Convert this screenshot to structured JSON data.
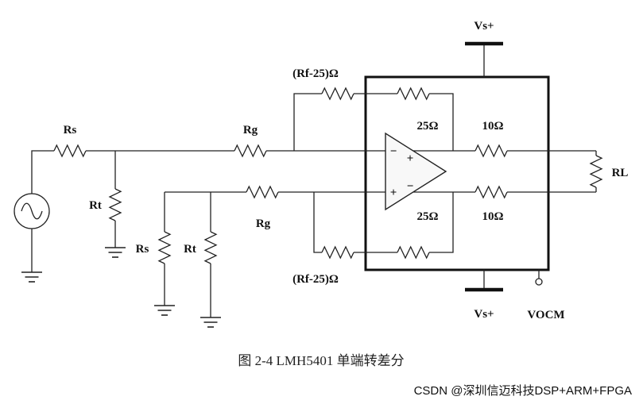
{
  "figure": {
    "caption": "图 2-4 LMH5401 单端转差分"
  },
  "watermark": {
    "text": "CSDN @深圳信迈科技DSP+ARM+FPGA",
    "color": "#ccb6bd"
  },
  "circuit": {
    "labels": {
      "rs_top": "Rs",
      "rt_top": "Rt",
      "rg_top": "Rg",
      "rg_bottom": "Rg",
      "rs_bottom": "Rs",
      "rt_bottom": "Rt",
      "rf_top": "(Rf-25)Ω",
      "rf_bottom": "(Rf-25)Ω",
      "r25_top": "25Ω",
      "r25_bottom": "25Ω",
      "r10_top": "10Ω",
      "r10_bottom": "10Ω",
      "rl": "RL",
      "vs_plus_top": "Vs+",
      "vs_plus_bottom": "Vs+",
      "vocm": "VOCM"
    },
    "amp": {
      "in_minus": "−",
      "in_plus": "+",
      "out_plus": "+",
      "out_minus": "−"
    }
  }
}
